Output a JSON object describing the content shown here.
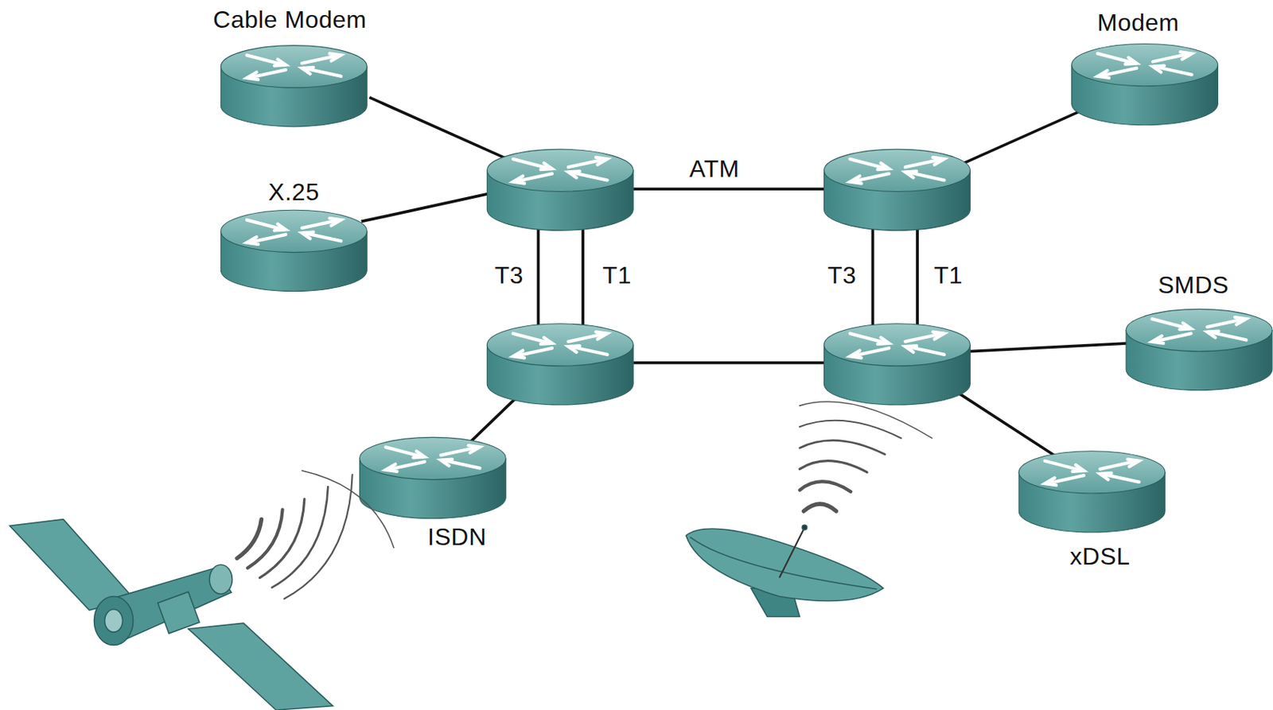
{
  "diagram": {
    "nodes": [
      {
        "text": [
          "Cable Modem"
        ]
      },
      {
        "text": [
          "X.25"
        ]
      },
      {
        "text": [
          "Modem"
        ]
      },
      {
        "text": [
          "SMDS"
        ]
      },
      {
        "text": [
          "ISDN"
        ]
      },
      {
        "text": [
          "xDSL"
        ]
      }
    ],
    "labels": [
      "ATM",
      "T3",
      "T1",
      "T3",
      "T1"
    ]
  }
}
